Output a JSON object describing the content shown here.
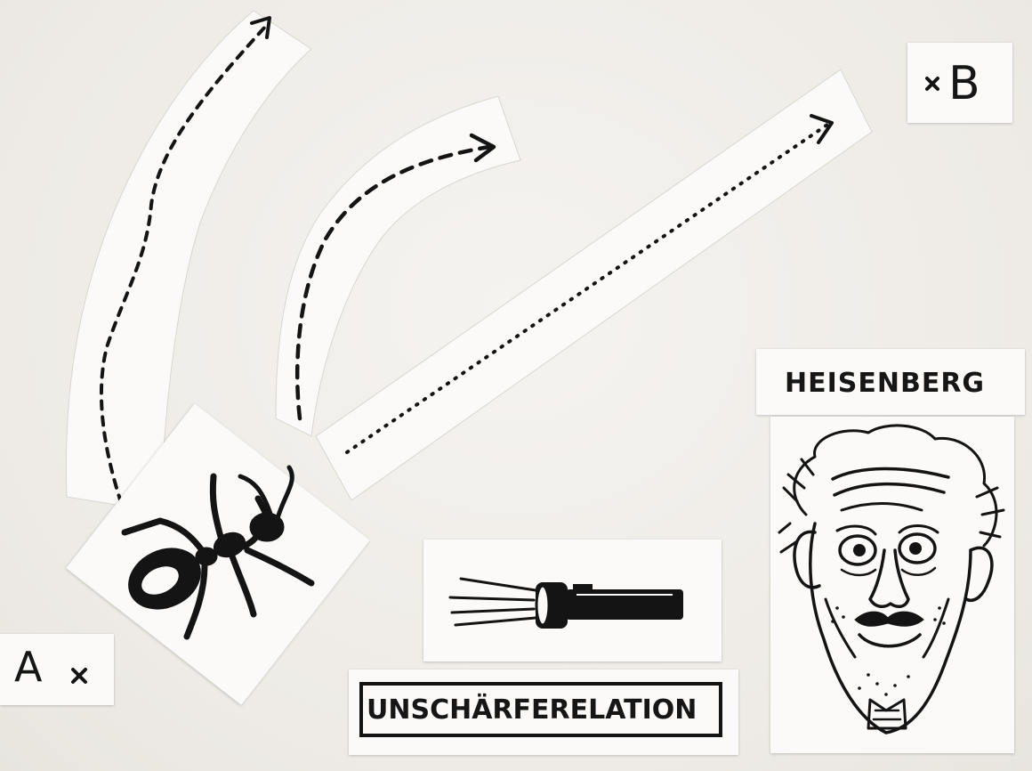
{
  "labels": {
    "point_a": "A",
    "point_b": "B",
    "name": "HEISENBERG",
    "title": "UNSCHÄRFERELATION"
  },
  "colors": {
    "board": "#f1efeb",
    "paper": "#fbfaf8",
    "ink": "#141414"
  },
  "icons": {
    "marker": "x-mark",
    "animal": "ant-drawing",
    "light": "flashlight-drawing",
    "portrait": "caricature-portrait"
  }
}
